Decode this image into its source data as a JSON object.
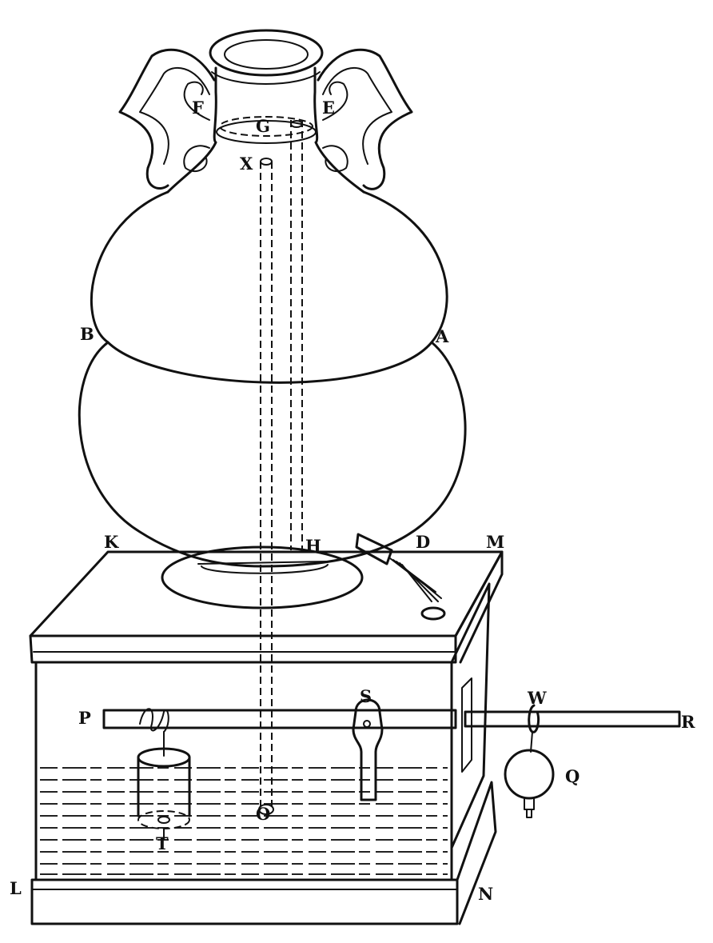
{
  "labels": {
    "F": "F",
    "G": "G",
    "E": "E",
    "X": "X",
    "B": "B",
    "A": "A",
    "K": "K",
    "H": "H",
    "D": "D",
    "M": "M",
    "P": "P",
    "S": "S",
    "W": "W",
    "R": "R",
    "Q": "Q",
    "O": "O",
    "T": "T",
    "L": "L",
    "N": "N"
  }
}
